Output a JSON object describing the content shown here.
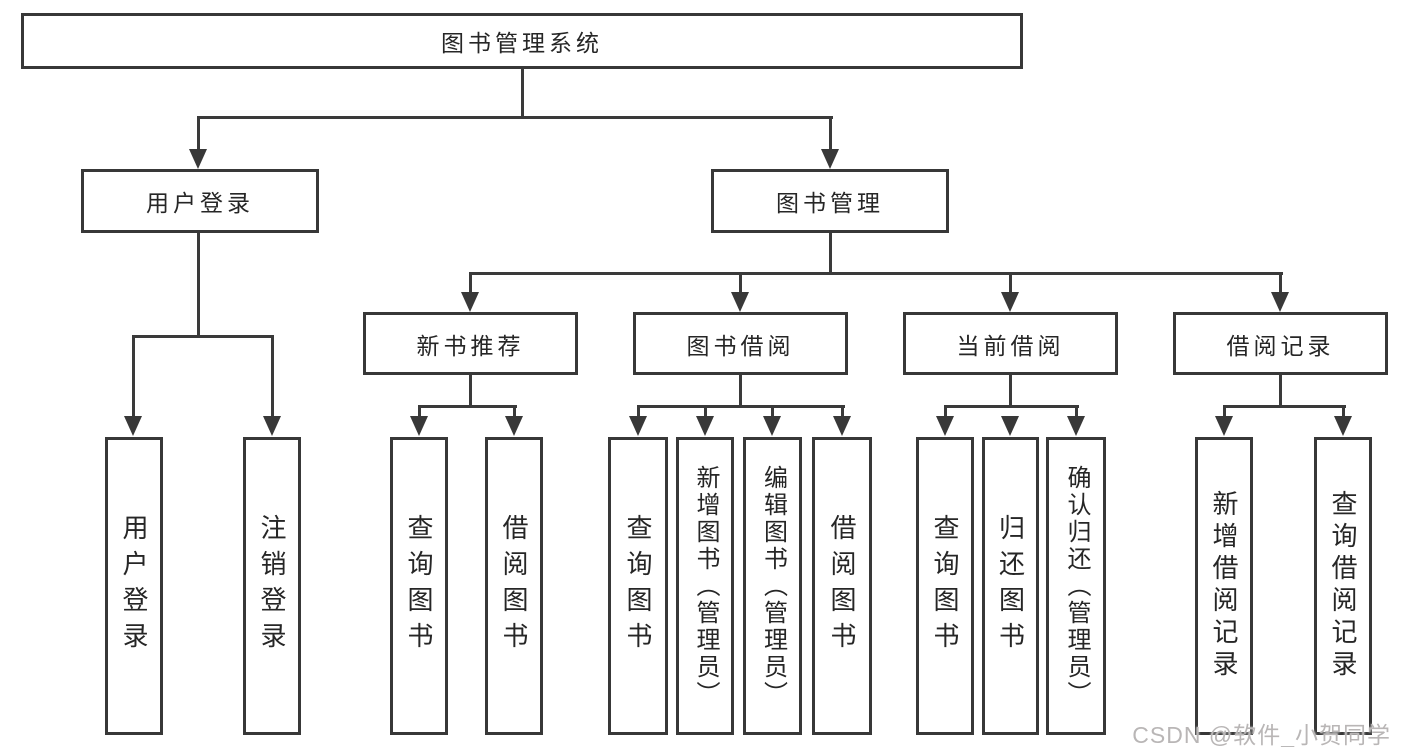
{
  "diagram": {
    "root": {
      "label": "图书管理系统"
    },
    "level2": [
      {
        "label": "用户登录"
      },
      {
        "label": "图书管理"
      }
    ],
    "level3": [
      {
        "label": "新书推荐"
      },
      {
        "label": "图书借阅"
      },
      {
        "label": "当前借阅"
      },
      {
        "label": "借阅记录"
      }
    ],
    "leaves": [
      {
        "label": "用户登录"
      },
      {
        "label": "注销登录"
      },
      {
        "label": "查询图书"
      },
      {
        "label": "借阅图书"
      },
      {
        "label": "查询图书"
      },
      {
        "label": "新增图书（管理员）"
      },
      {
        "label": "编辑图书（管理员）"
      },
      {
        "label": "借阅图书"
      },
      {
        "label": "查询图书"
      },
      {
        "label": "归还图书"
      },
      {
        "label": "确认归还（管理员）"
      },
      {
        "label": "新增借阅记录"
      },
      {
        "label": "查询借阅记录"
      }
    ],
    "watermark": "CSDN @软件_小贺同学",
    "colors": {
      "line": "#383838",
      "text": "#262626",
      "watermark": "#b9b6b6"
    }
  }
}
